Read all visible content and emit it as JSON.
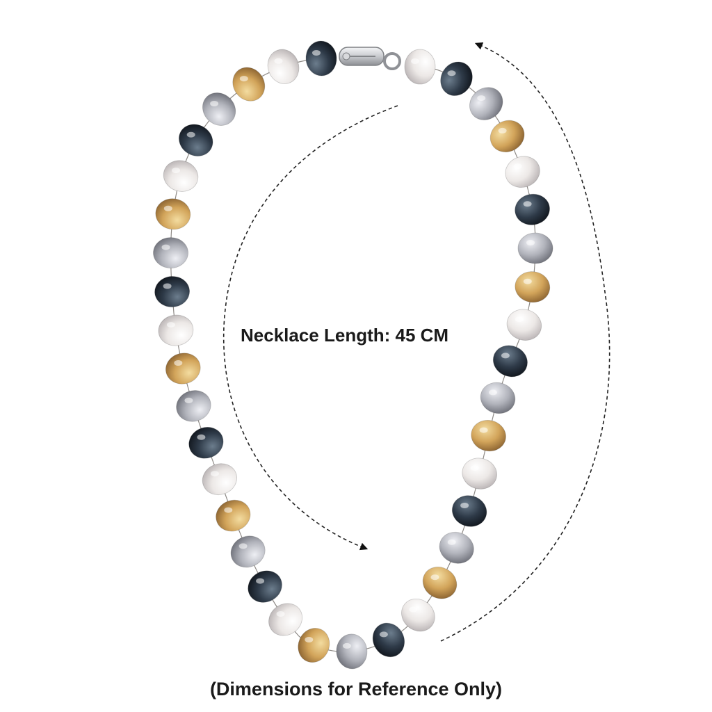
{
  "image": {
    "subject": "Multi-color pearl strand necklace with lobster clasp",
    "background_color": "#ffffff"
  },
  "labels": {
    "length": "Necklace Length: 45 CM",
    "disclaimer": "(Dimensions for Reference Only)"
  },
  "pearl_colors": {
    "white": [
      "#ffffff",
      "#ece8e6",
      "#b9b3b4"
    ],
    "gold": [
      "#f3dca0",
      "#d2a45a",
      "#8a6230"
    ],
    "silver": [
      "#eeeff4",
      "#b1b3bb",
      "#6c6e77"
    ],
    "dark": [
      "#6c7d8d",
      "#2e3a48",
      "#10151c"
    ]
  },
  "pearl_sequence": [
    "dark",
    "white",
    "gold",
    "silver",
    "dark",
    "white",
    "gold",
    "silver",
    "dark",
    "white",
    "gold",
    "silver",
    "dark",
    "white",
    "gold",
    "silver",
    "dark",
    "white",
    "gold",
    "silver",
    "dark",
    "white",
    "gold",
    "silver",
    "dark",
    "white",
    "gold",
    "silver",
    "dark",
    "white",
    "gold",
    "silver",
    "dark",
    "white",
    "gold",
    "silver",
    "dark",
    "white"
  ],
  "icons": {
    "clasp": "lobster-clasp-icon",
    "arrow_inner": "dashed-curved-arrow-icon",
    "arrow_outer": "dashed-curved-arrow-icon"
  }
}
